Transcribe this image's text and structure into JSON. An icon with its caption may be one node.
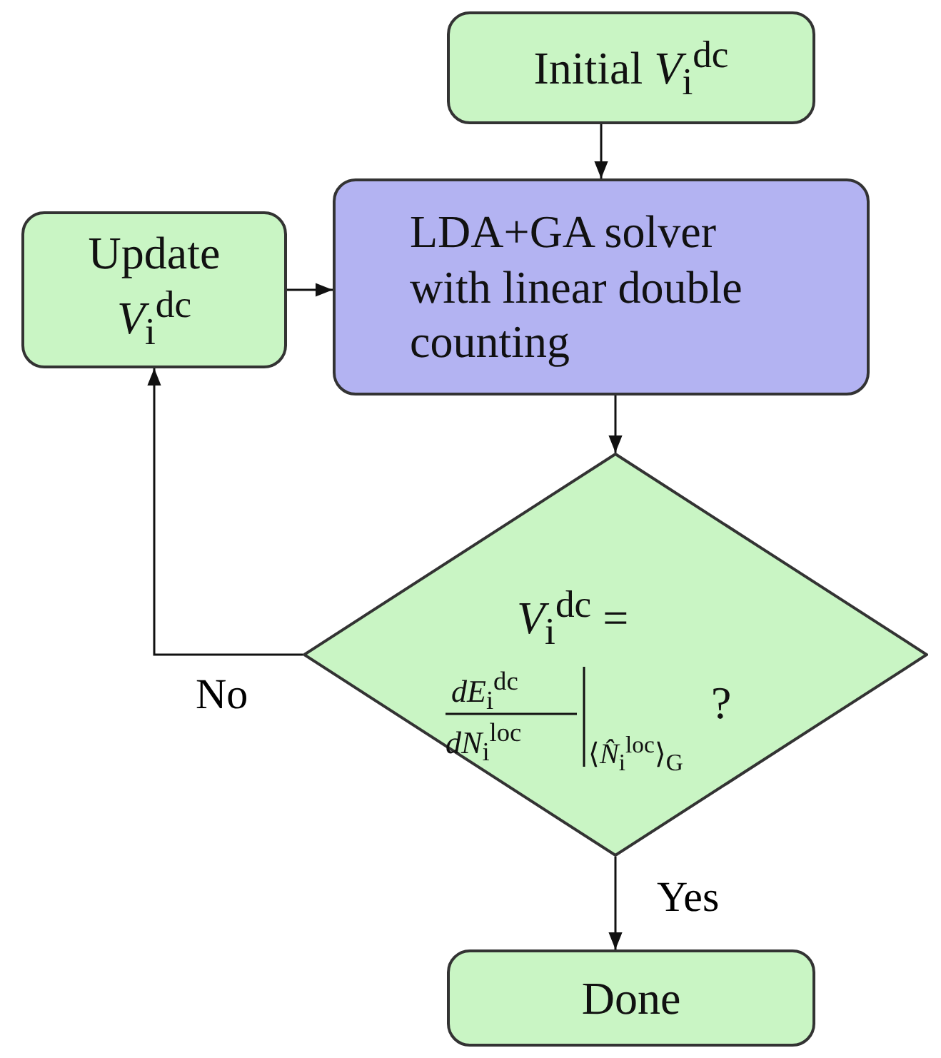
{
  "diagram": {
    "nodes": [
      {
        "text": [
          "Initial *V*$_{i}$$^{dc}$"
        ]
      },
      {
        "text": [
          "LDA+GA solver with linear double counting"
        ]
      },
      {
        "text": [
          "Update *V*$_{i}$$^{dc}$"
        ]
      },
      {
        "text": [
          "*V*$_{i}$$^{dc}$ =",
          "*dE*$_{i}$$^{dc}$",
          "*dN*$_{i}$$^{loc}$",
          "⟨*N̂*$_{i}$$^{loc}$⟩$_{G}$",
          "?"
        ]
      },
      {
        "text": [
          "Done"
        ]
      }
    ],
    "edges": [
      {
        "from": 0,
        "to": 1,
        "arrow": "to"
      },
      {
        "from": 2,
        "to": 1,
        "arrow": "to"
      },
      {
        "from": 1,
        "to": 3,
        "arrow": "to"
      },
      {
        "from": 3,
        "to": 2,
        "arrow": "to",
        "label": "No"
      },
      {
        "from": 3,
        "to": 4,
        "arrow": "to",
        "label": "Yes"
      }
    ]
  }
}
